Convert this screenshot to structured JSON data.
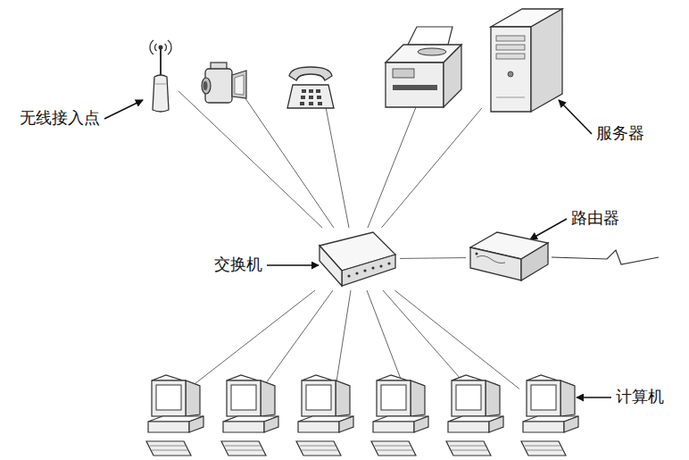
{
  "diagram": {
    "nodes": [
      {
        "text": [
          "无线接入点"
        ]
      },
      {
        "text": [
          "服务器"
        ]
      },
      {
        "text": [
          "路由器"
        ]
      },
      {
        "text": [
          "交换机"
        ]
      },
      {
        "text": [
          "计算机"
        ]
      }
    ],
    "edges": [
      {
        "from": 3,
        "to": 0,
        "arrow": "none"
      },
      {
        "from": 3,
        "to": 1,
        "arrow": "none"
      },
      {
        "from": 3,
        "to": 2,
        "arrow": "none"
      },
      {
        "from": 3,
        "to": 4,
        "arrow": "none"
      }
    ]
  }
}
